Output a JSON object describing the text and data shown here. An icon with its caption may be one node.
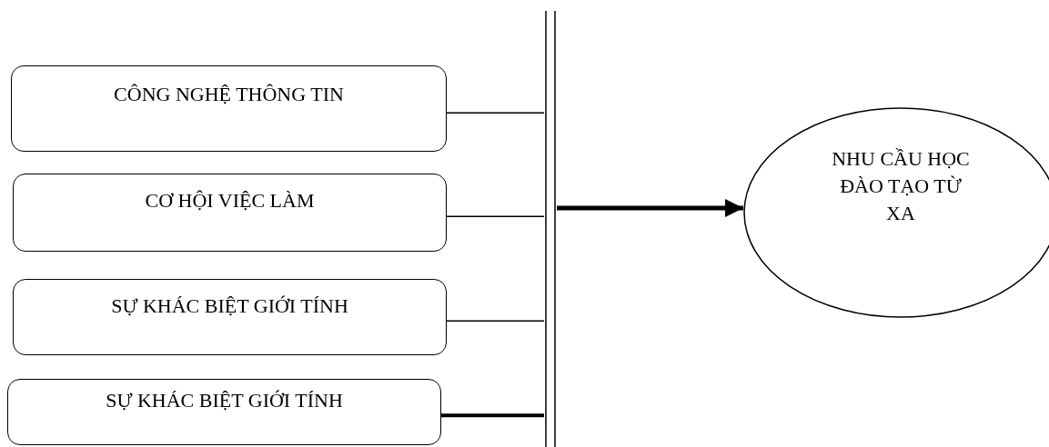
{
  "diagram": {
    "nodes": [
      {
        "text": [
          "CÔNG NGHỆ THÔNG TIN"
        ]
      },
      {
        "text": [
          "CƠ HỘI VIỆC LÀM"
        ]
      },
      {
        "text": [
          "SỰ KHÁC BIỆT GIỚI TÍNH"
        ]
      },
      {
        "text": [
          "SỰ KHÁC BIỆT GIỚI TÍNH"
        ]
      },
      {
        "text": [],
        "shape": "bar"
      },
      {
        "text": [
          "NHU CẦU HỌC ĐÀO TẠO TỪ XA"
        ]
      }
    ],
    "edges": [
      {
        "from": 0,
        "to": 4,
        "arrow": "none"
      },
      {
        "from": 1,
        "to": 4,
        "arrow": "none"
      },
      {
        "from": 2,
        "to": 4,
        "arrow": "none"
      },
      {
        "from": 3,
        "to": 4,
        "arrow": "none",
        "style": "thick"
      },
      {
        "from": 4,
        "to": 5,
        "arrow": "to",
        "style": "thick"
      }
    ]
  }
}
